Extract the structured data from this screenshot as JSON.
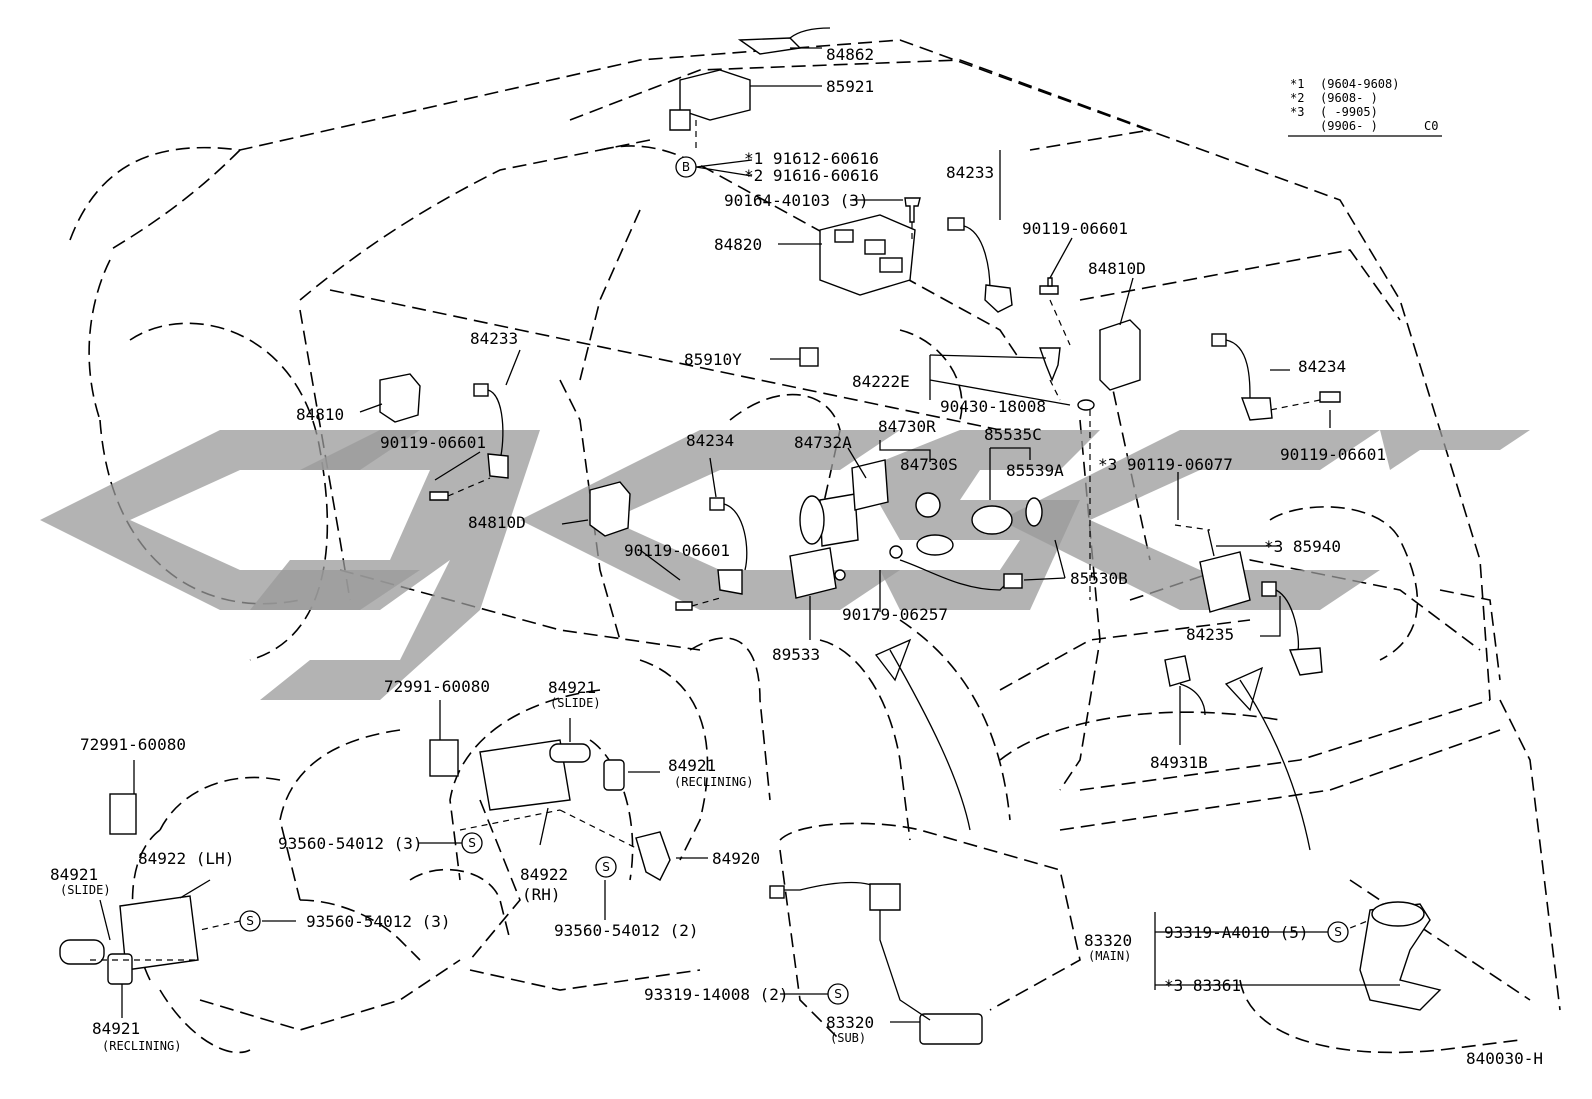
{
  "drawing_code": "840030-H",
  "legend": {
    "rows": [
      {
        "mark": "*1",
        "range": "(9604-9608)",
        "code": ""
      },
      {
        "mark": "*2",
        "range": "(9608-     )",
        "code": ""
      },
      {
        "mark": "*3",
        "range": "(          -9905)",
        "code": ""
      },
      {
        "mark": "",
        "range": "(9906-       )",
        "code": "C0"
      }
    ]
  },
  "parts": {
    "p84862": "84862",
    "p85921": "85921",
    "p91612": "*1  91612-60616",
    "p91616": "*2  91616-60616",
    "p90164": "90164-40103 (3)",
    "p84233_top": "84233",
    "p84820": "84820",
    "p90119_a": "90119-06601",
    "p84810D_r": "84810D",
    "p84233_l": "84233",
    "p84810": "84810",
    "p90119_b": "90119-06601",
    "p85910Y": "85910Y",
    "p84222E": "84222E",
    "p90430": "90430-18008",
    "p84234_r": "84234",
    "p90119_c": "90119-06601",
    "p84234_l": "84234",
    "p84732A": "84732A",
    "p84730R": "84730R",
    "p84730S": "84730S",
    "p85535C": "85535C",
    "p85539A": "85539A",
    "p90119_06077": "*3  90119-06077",
    "p84810D_l": "84810D",
    "p90119_d": "90119-06601",
    "p85940": "*3  85940",
    "p85530B": "85530B",
    "p90179": "90179-06257",
    "p89533": "89533",
    "p84235": "84235",
    "p72991_a": "72991-60080",
    "p84921_slide_a": "84921",
    "p84921_slide_a_sub": "(SLIDE)",
    "p84921_rec_a": "84921",
    "p84921_rec_a_sub": "(RECLINING)",
    "p84931B": "84931B",
    "p72991_b": "72991-60080",
    "p93560_a": "93560-54012 (3)",
    "p84922_rh": "84922",
    "p84922_rh_sub": "(RH)",
    "p84920": "84920",
    "p84922_lh": "84922 (LH)",
    "p84921_slide_b": "84921",
    "p84921_slide_b_sub": "(SLIDE)",
    "p93560_b": "93560-54012 (3)",
    "p93560_c": "93560-54012 (2)",
    "p83320_main": "83320",
    "p83320_main_sub": "(MAIN)",
    "p93319_A4010": "93319-A4010 (5)",
    "p83361": "*3  83361",
    "p93319_14008": "93319-14008 (2)",
    "p83320_sub": "83320",
    "p83320_sub_sub": "(SUB)",
    "p84921_rec_b": "84921",
    "p84921_rec_b_sub": "(RECLINING)"
  },
  "circle_marks": {
    "b": "B",
    "s": "S"
  }
}
